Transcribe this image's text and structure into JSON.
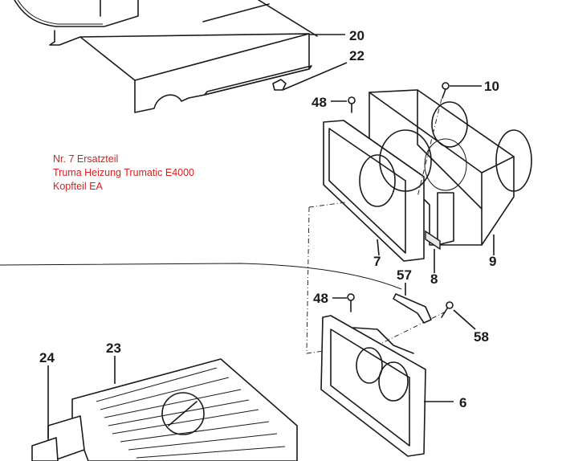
{
  "caption": {
    "color": "#d42020",
    "lines": [
      "Nr. 7 Ersatzteil",
      "Truma Heizung Trumatic E4000",
      "Kopfteil EA"
    ]
  },
  "part_labels": [
    {
      "id": "20",
      "text": "20"
    },
    {
      "id": "22",
      "text": "22"
    },
    {
      "id": "10",
      "text": "10"
    },
    {
      "id": "48a",
      "text": "48"
    },
    {
      "id": "7",
      "text": "7"
    },
    {
      "id": "8",
      "text": "8"
    },
    {
      "id": "9",
      "text": "9"
    },
    {
      "id": "57",
      "text": "57"
    },
    {
      "id": "48b",
      "text": "48"
    },
    {
      "id": "58",
      "text": "58"
    },
    {
      "id": "23",
      "text": "23"
    },
    {
      "id": "24",
      "text": "24"
    },
    {
      "id": "6",
      "text": "6"
    }
  ]
}
